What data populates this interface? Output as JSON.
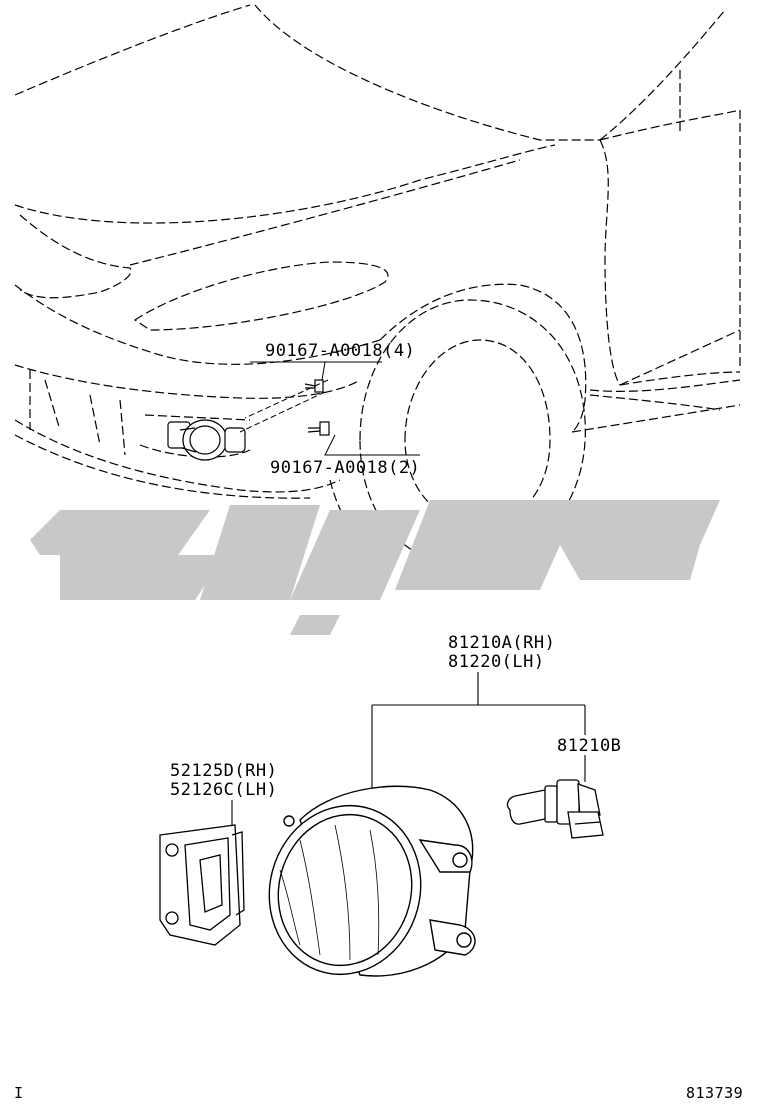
{
  "diagram": {
    "callouts": {
      "bolt_upper": "90167-A0018(4)",
      "bolt_lower": "90167-A0018(2)",
      "fog_lamp_rh": "81210A(RH)",
      "fog_lamp_lh": "81220(LH)",
      "bulb": "81210B",
      "cover_rh": "52125D(RH)",
      "cover_lh": "52126C(LH)"
    },
    "corner_mark": "I",
    "illustration_number": "813739",
    "colors": {
      "line": "#000000",
      "watermark": "#c8c8c8"
    }
  }
}
